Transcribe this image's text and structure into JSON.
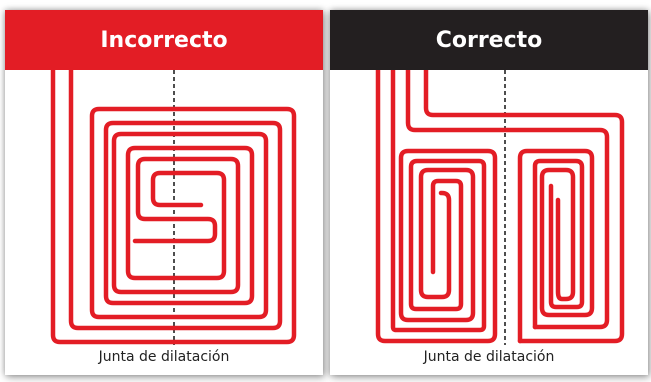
{
  "panels": [
    {
      "title": "Incorrecto",
      "caption": "Junta de dilatación",
      "header_color": "#e31d25"
    },
    {
      "title": "Correcto",
      "caption": "Junta de dilatación",
      "header_color": "#231f20"
    }
  ],
  "colors": {
    "pipe": "#e31d25",
    "joint_line": "#222222",
    "caption_text": "#222222"
  }
}
